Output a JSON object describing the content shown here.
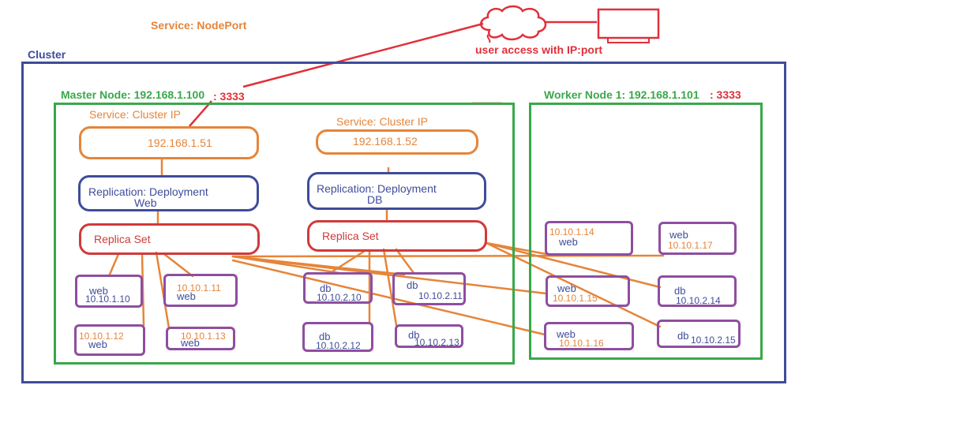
{
  "header": {
    "nodeport_label": "Service: NodePort",
    "user_access_label": "user access with IP:port",
    "cluster_label": "Cluster"
  },
  "master": {
    "label": "Master Node: 192.168.1.100",
    "port": ": 3333",
    "web_service": {
      "label": "Service: Cluster IP",
      "ip": "192.168.1.51"
    },
    "db_service": {
      "label": "Service: Cluster IP",
      "ip": "192.168.1.52"
    },
    "web_deployment": {
      "line1": "Replication: Deployment",
      "line2": "Web"
    },
    "db_deployment": {
      "line1": "Replication: Deployment",
      "line2": "DB"
    },
    "web_replicaset": "Replica Set",
    "db_replicaset": "Replica Set",
    "pods": [
      {
        "name": "web",
        "ip": "10.10.1.10"
      },
      {
        "name": "web",
        "ip": "10.10.1.11"
      },
      {
        "name": "web",
        "ip": "10.10.1.12"
      },
      {
        "name": "web",
        "ip": "10.10.1.13"
      },
      {
        "name": "db",
        "ip": "10.10.2.10"
      },
      {
        "name": "db",
        "ip": "10.10.2.11"
      },
      {
        "name": "db",
        "ip": "10.10.2.12"
      },
      {
        "name": "db",
        "ip": "10.10.2.13"
      }
    ]
  },
  "worker": {
    "label": "Worker Node 1: 192.168.1.101",
    "port": ": 3333",
    "pods": [
      {
        "name": "web",
        "ip": "10.10.1.14"
      },
      {
        "name": "web",
        "ip": "10.10.1.17"
      },
      {
        "name": "web",
        "ip": "10.10.1.15"
      },
      {
        "name": "db",
        "ip": "10.10.2.14"
      },
      {
        "name": "web",
        "ip": "10.10.1.16"
      },
      {
        "name": "db",
        "ip": "10.10.2.15"
      }
    ]
  },
  "colors": {
    "cluster": "#3f4c9a",
    "node": "#3aa84a",
    "service": "#e5853a",
    "replicaset": "#d03a3a",
    "pod": "#8e4ea0",
    "access": "#e0303a"
  }
}
